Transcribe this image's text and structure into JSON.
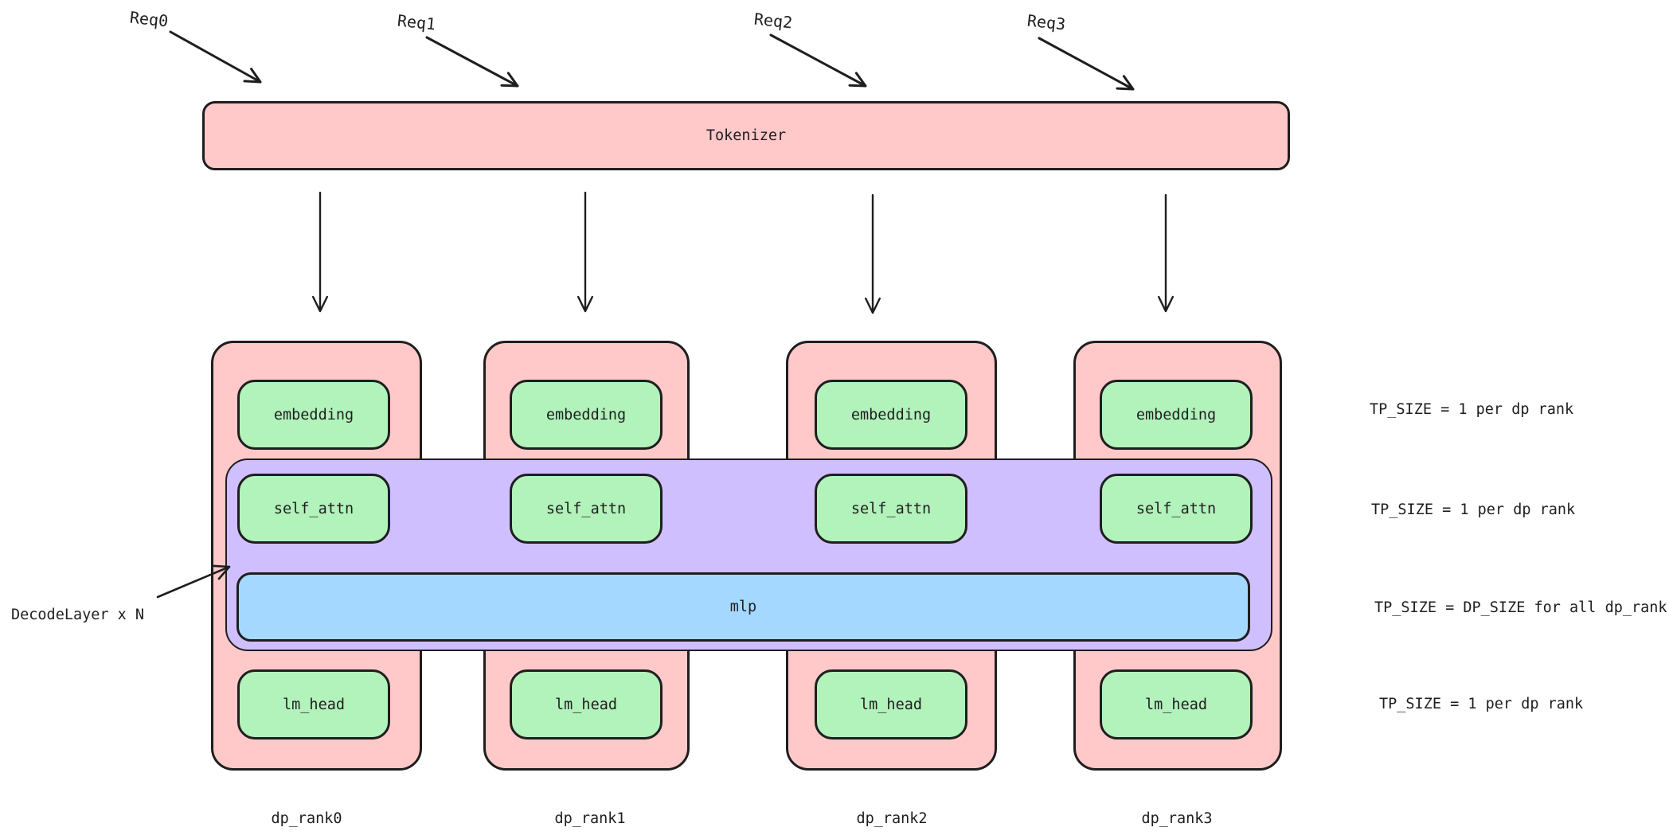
{
  "requests": [
    {
      "label": "Req0"
    },
    {
      "label": "Req1"
    },
    {
      "label": "Req2"
    },
    {
      "label": "Req3"
    }
  ],
  "tokenizer": {
    "label": "Tokenizer"
  },
  "ranks": [
    {
      "label": "dp_rank0",
      "embedding_label": "embedding",
      "self_attn_label": "self_attn",
      "lm_head_label": "lm_head"
    },
    {
      "label": "dp_rank1",
      "embedding_label": "embedding",
      "self_attn_label": "self_attn",
      "lm_head_label": "lm_head"
    },
    {
      "label": "dp_rank2",
      "embedding_label": "embedding",
      "self_attn_label": "self_attn",
      "lm_head_label": "lm_head"
    },
    {
      "label": "dp_rank3",
      "embedding_label": "embedding",
      "self_attn_label": "self_attn",
      "lm_head_label": "lm_head"
    }
  ],
  "mlp": {
    "label": "mlp"
  },
  "decode_layer": {
    "label": "DecodeLayer x N"
  },
  "annotations": [
    {
      "label": "TP_SIZE = 1 per dp rank",
      "row": "embedding"
    },
    {
      "label": "TP_SIZE = 1 per dp rank",
      "row": "self_attn"
    },
    {
      "label": "TP_SIZE = DP_SIZE for all dp_rank",
      "row": "mlp"
    },
    {
      "label": "TP_SIZE = 1 per dp rank",
      "row": "lm_head"
    }
  ],
  "colors": {
    "pink": "#ffc9c9",
    "green": "#b2f2bb",
    "purple": "#d0bfff",
    "blue": "#a5d8ff",
    "stroke": "#1e1e1e"
  }
}
